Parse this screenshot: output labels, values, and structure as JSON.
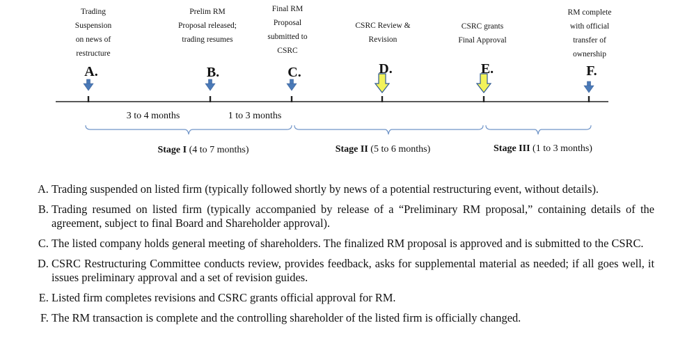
{
  "events": [
    {
      "letter": "A.",
      "caption": [
        "Trading",
        "Suspension",
        "on news of",
        "restructure"
      ],
      "marker": "blue"
    },
    {
      "letter": "B.",
      "caption": [
        "Prelim RM",
        "Proposal released;",
        "trading resumes"
      ],
      "marker": "blue"
    },
    {
      "letter": "C.",
      "caption": [
        "Final RM",
        "Proposal",
        "submitted to",
        "CSRC"
      ],
      "marker": "blue"
    },
    {
      "letter": "D.",
      "caption": [
        "CSRC Review &",
        "Revision"
      ],
      "marker": "yellow"
    },
    {
      "letter": "E.",
      "caption": [
        "CSRC grants",
        "Final Approval"
      ],
      "marker": "yellow"
    },
    {
      "letter": "F.",
      "caption": [
        "RM complete",
        "with official",
        "transfer of",
        "ownership"
      ],
      "marker": "blue"
    }
  ],
  "spans": [
    "3 to 4 months",
    "1 to 3 months"
  ],
  "stages": [
    {
      "name": "Stage I",
      "duration": "(4 to 7 months)"
    },
    {
      "name": "Stage II",
      "duration": "(5 to 6 months)"
    },
    {
      "name": "Stage III",
      "duration": "(1 to 3 months)"
    }
  ],
  "notes": [
    "Trading suspended on listed firm (typically followed shortly by news of a potential restructuring event, without details).",
    "Trading resumed on listed firm (typically accompanied by release of a “Preliminary RM proposal,” containing details of the agreement, subject to final Board and Shareholder approval).",
    "The listed company holds general meeting of shareholders.  The finalized RM proposal is approved and is submitted to the CSRC.",
    "CSRC Restructuring Committee conducts review, provides feedback, asks for supplemental material as needed; if all goes well, it issues preliminary approval and a set of revision guides.",
    "Listed firm completes revisions and CSRC grants official approval for RM.",
    "The RM transaction is complete and the controlling shareholder of the listed firm is officially changed."
  ],
  "colors": {
    "blue_marker": "#4a7ab8",
    "yellow_marker": "#f2f25a",
    "bracket": "#6f94c8",
    "axis": "#222222"
  }
}
